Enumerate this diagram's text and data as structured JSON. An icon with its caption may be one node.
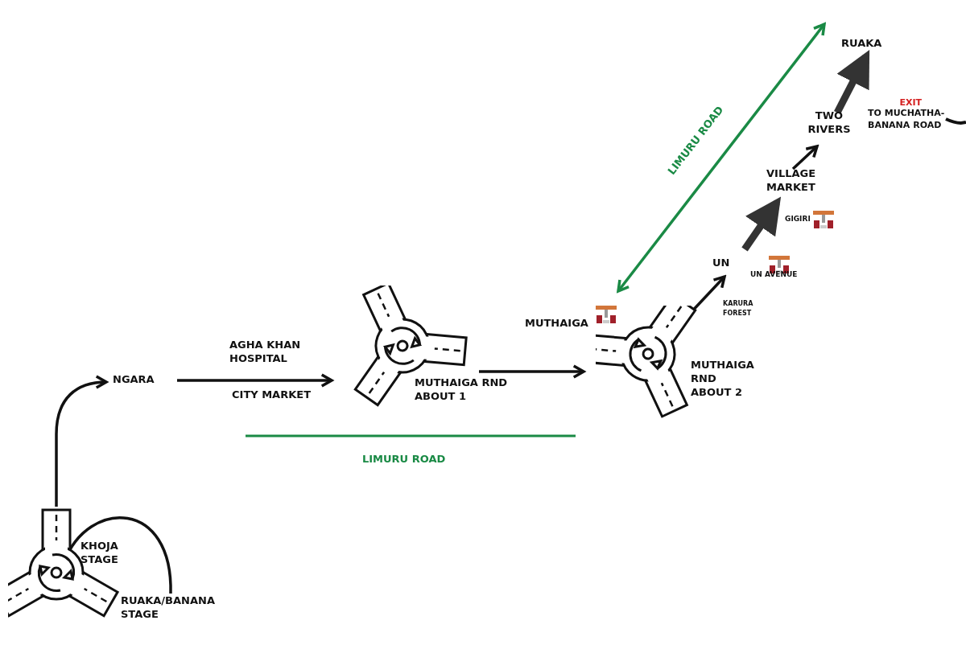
{
  "diagram": {
    "nodes": [
      {
        "text": [
          "KHOJA STAGE"
        ]
      },
      {
        "text": [
          "RUAKA/BANANA STAGE"
        ]
      },
      {
        "text": [
          "NGARA"
        ]
      },
      {
        "text": [
          "MUTHAIGA RND ABOUT 1"
        ]
      },
      {
        "text": [
          "MUTHAIGA RND ABOUT 2"
        ]
      },
      {
        "text": [
          "UN"
        ]
      },
      {
        "text": [
          "VILLAGE MARKET"
        ]
      },
      {
        "text": [
          "TWO RIVERS"
        ]
      },
      {
        "text": [
          "RUAKA"
        ]
      }
    ],
    "edges": [
      {
        "from": 1,
        "to": 0,
        "arrow": "to"
      },
      {
        "from": 0,
        "to": 2,
        "arrow": "to"
      },
      {
        "from": 2,
        "to": 3,
        "arrow": "to"
      },
      {
        "from": 3,
        "to": 4,
        "arrow": "to"
      },
      {
        "from": 4,
        "to": 5,
        "arrow": "to"
      },
      {
        "from": 5,
        "to": 6,
        "arrow": "to",
        "style": "thick"
      },
      {
        "from": 6,
        "to": 7,
        "arrow": "to"
      },
      {
        "from": 7,
        "to": 8,
        "arrow": "to",
        "style": "thick"
      },
      {
        "from": 4,
        "to": 8,
        "arrow": "both",
        "color": "#1a8a45",
        "label": "LIMURU ROAD"
      }
    ],
    "labels": [
      "EXIT",
      "TO MUCHATHA-BANANA ROAD",
      "GIGIRI",
      "UN AVENUE",
      "KARURA FOREST",
      "MUTHAIGA",
      "AGHA KHAN HOSPITAL",
      "CITY MARKET",
      "LIMURU ROAD"
    ]
  }
}
